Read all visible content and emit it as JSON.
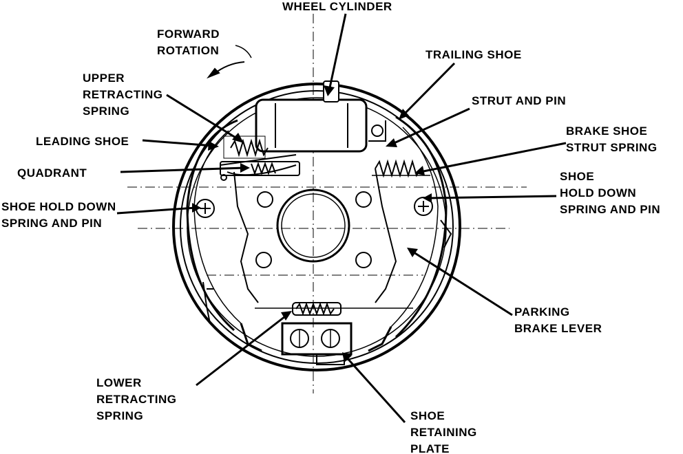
{
  "diagram": {
    "colors": {
      "ink": "#000000",
      "paper": "#ffffff"
    },
    "labels": {
      "wheel_cylinder": "WHEEL CYLINDER",
      "forward_rotation": [
        "FORWARD",
        "ROTATION"
      ],
      "trailing_shoe": "TRAILING SHOE",
      "upper_retracting_spring": [
        "UPPER",
        "RETRACTING",
        "SPRING"
      ],
      "strut_and_pin": "STRUT AND PIN",
      "leading_shoe": "LEADING SHOE",
      "brake_shoe_strut_spring": [
        "BRAKE SHOE",
        "STRUT SPRING"
      ],
      "quadrant": "QUADRANT",
      "shoe_hold_down_right": [
        "SHOE",
        "HOLD DOWN",
        "SPRING AND PIN"
      ],
      "shoe_hold_down_left": [
        "SHOE HOLD DOWN",
        "SPRING AND PIN"
      ],
      "parking_brake_lever": [
        "PARKING",
        "BRAKE LEVER"
      ],
      "lower_retracting_spring": [
        "LOWER",
        "RETRACTING",
        "SPRING"
      ],
      "shoe_retaining_plate": [
        "SHOE",
        "RETAINING",
        "PLATE"
      ]
    }
  }
}
